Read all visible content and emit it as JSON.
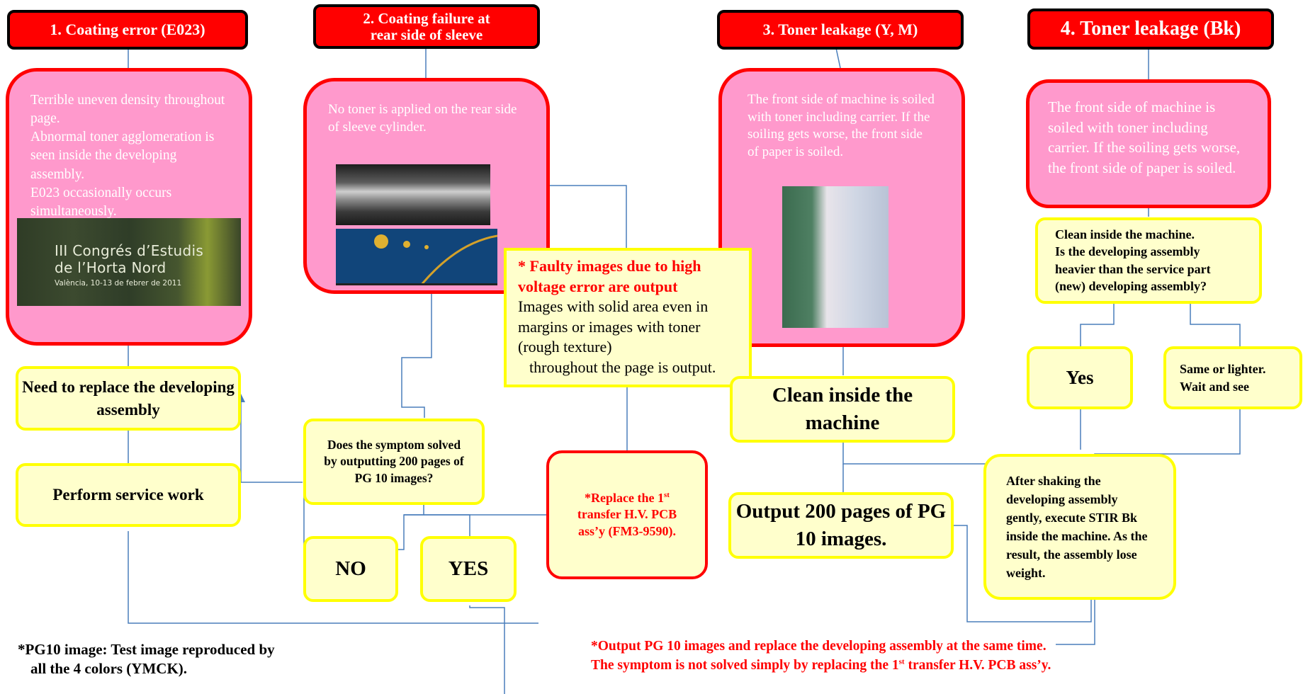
{
  "headers": [
    {
      "text": "1.  Coating error (E023)"
    },
    {
      "line1": "2.  Coating failure at",
      "line2": "rear side of sleeve"
    },
    {
      "text": "3. Toner leakage (Y, M)"
    },
    {
      "text": "4. Toner leakage (Bk)"
    }
  ],
  "symptoms": {
    "col1": [
      "Terrible uneven density throughout page.",
      "Abnormal toner agglomeration is seen inside the developing assembly.",
      "E023 occasionally occurs simultaneously."
    ],
    "col2": "No toner is applied on the rear side of sleeve cylinder.",
    "col3": "The front side of machine is soiled with toner including carrier. If  the soiling gets worse, the front side of paper is soiled.",
    "col4": "The front side of machine is soiled with toner including carrier. If  the soiling gets worse, the front side of paper is soiled."
  },
  "photo_poster": {
    "line1": "III Congrés d’Estudis",
    "line2": "de l’Horta Nord",
    "line3": "València, 10-13 de febrer de 2011"
  },
  "boxes": {
    "replace_dev": "Need to replace the developing assembly",
    "perform_service": "Perform service work",
    "does_symptom": "Does the symptom solved by outputting 200 pages of PG 10 images?",
    "no": "NO",
    "yes_center": "YES",
    "replace_pcb_pre": "*Replace the 1",
    "replace_pcb_sup": "st",
    "replace_pcb_post": " transfer H.V. PCB ass’y (FM3-9590).",
    "clean_inside": "Clean inside the machine",
    "output_200": "Output 200 pages of PG 10 images.",
    "clean_question_l1": "Clean inside the machine.",
    "clean_question_l2": "Is the developing assembly heavier than the service part (new) developing assembly?",
    "yes_right": "Yes",
    "same_lighter": "Same or lighter. Wait and see",
    "after_shaking": "After shaking the developing assembly gently, execute STIR Bk inside the machine. As the result, the assembly lose weight."
  },
  "faulty_note": {
    "title": "* Faulty images due to high voltage error are output",
    "body1": "Images with solid area  even in margins or images with toner (rough texture)",
    "body2": "throughout the page is output."
  },
  "footnotes": {
    "pg10_l1": "*PG10 image: Test image reproduced by",
    "pg10_l2": "all the 4 colors (YMCK).",
    "red_l1": "*Output PG 10 images and replace the developing assembly at the same time.",
    "red_l2_pre": "The symptom is not solved simply by replacing the 1",
    "red_l2_sup": "st",
    "red_l2_post": " transfer H.V. PCB ass’y."
  },
  "colors": {
    "header_red": "#ff0000",
    "pink_fill": "#ff99cc",
    "box_yellow_fill": "#ffffcc",
    "box_yellow_border": "#ffff00",
    "connector_blue": "#4a7ebb"
  }
}
